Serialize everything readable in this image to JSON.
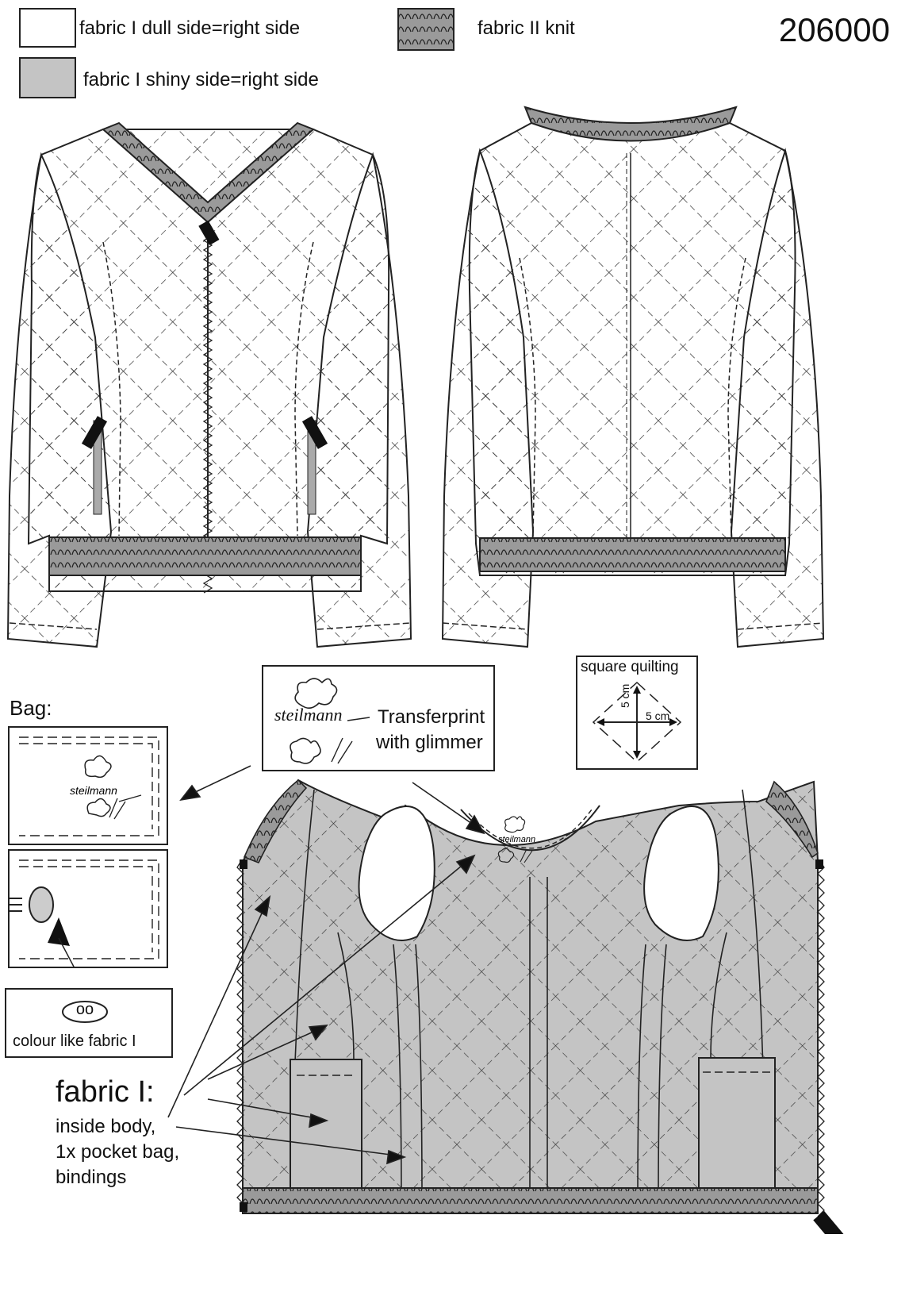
{
  "code": "206000",
  "legend": [
    {
      "swatch": "white",
      "text": "fabric I  dull side=right side"
    },
    {
      "swatch": "grey",
      "text": "fabric I  shiny side=right side"
    },
    {
      "swatch": "knit",
      "text": "fabric II  knit"
    }
  ],
  "bag": {
    "title": "Bag:",
    "logo_text": "steilmann",
    "button_label": "oo",
    "button_caption": "colour like fabric I"
  },
  "transfer": {
    "logo_text": "steilmann",
    "line1": "Transferprint",
    "line2": "with glimmer"
  },
  "quilting": {
    "title": "square quilting",
    "dim_h": "5 cm",
    "dim_v": "5 cm"
  },
  "inside_logo": "steilmann",
  "fabric_note": {
    "heading": "fabric I:",
    "lines": [
      "inside body,",
      "1x pocket bag,",
      "bindings"
    ]
  },
  "colors": {
    "grey": "#c4c4c4",
    "knit": "#9a9a9a",
    "line": "#222222"
  }
}
